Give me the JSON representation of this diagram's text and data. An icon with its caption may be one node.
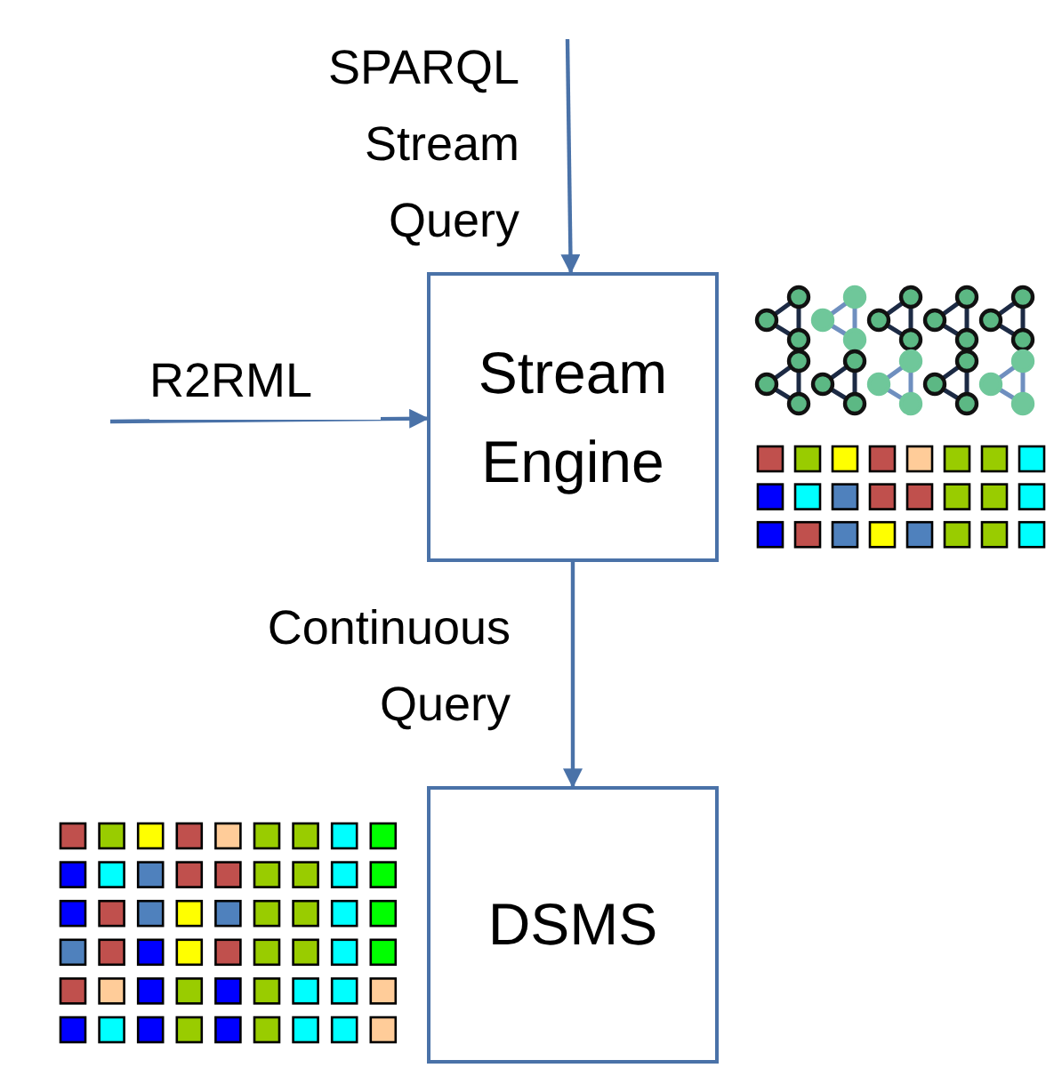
{
  "diagram": {
    "nodes": [
      {
        "text": [
          "Stream Engine"
        ]
      },
      {
        "text": [
          "DSMS"
        ]
      }
    ],
    "edges": [
      {
        "from": null,
        "to": 0,
        "arrow": "to",
        "label": "SPARQL Stream Query"
      },
      {
        "from": null,
        "to": 0,
        "arrow": "to",
        "label": "R2RML"
      },
      {
        "from": 0,
        "to": 1,
        "arrow": "to",
        "label": "Continuous Query"
      }
    ]
  }
}
